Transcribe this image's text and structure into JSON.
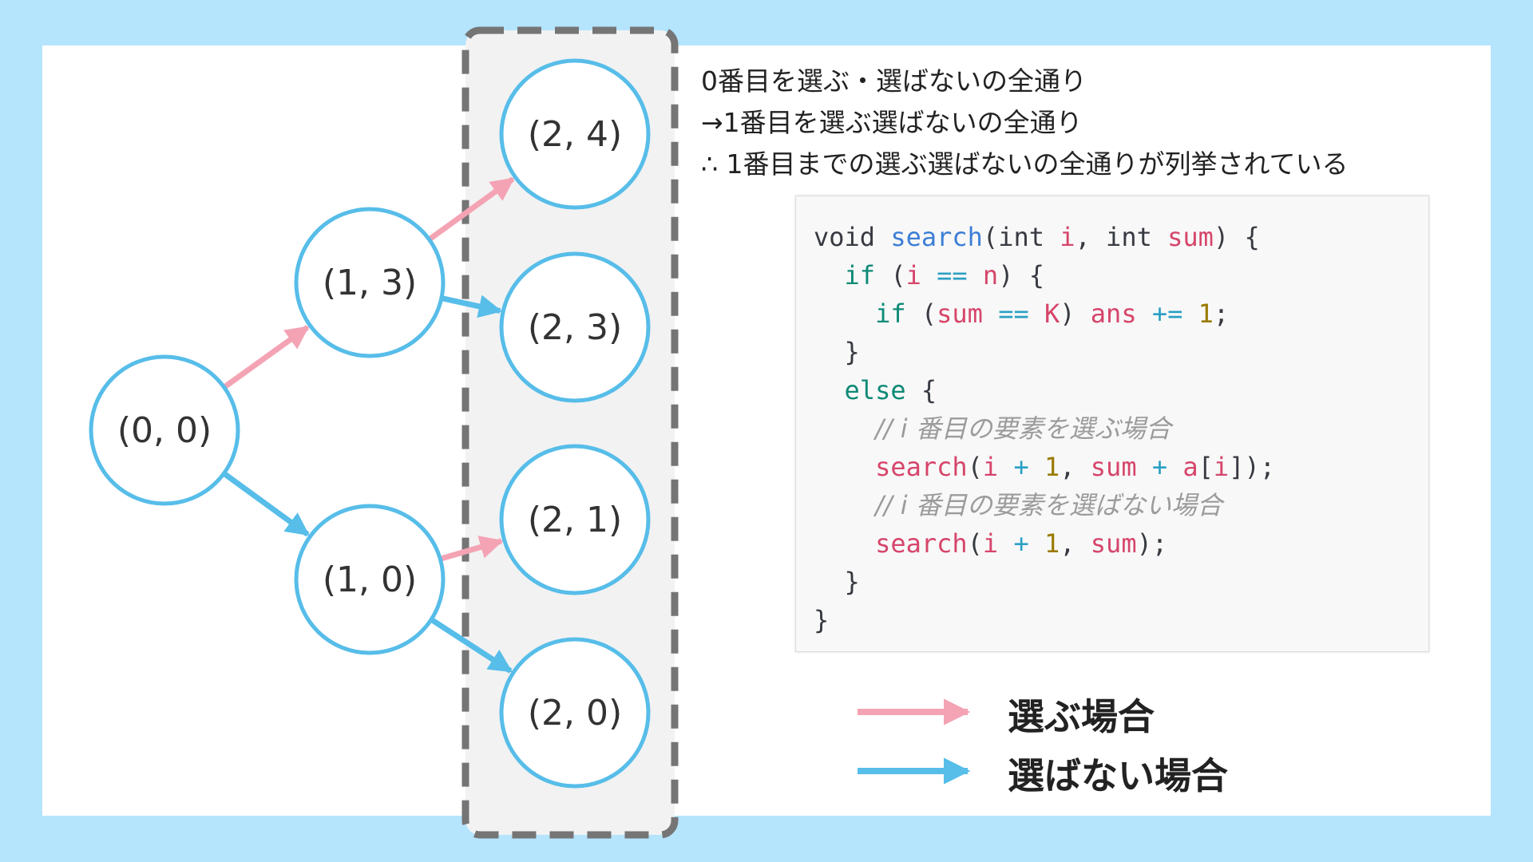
{
  "nodes": [
    {
      "id": "n00",
      "label": "(0, 0)"
    },
    {
      "id": "n13",
      "label": "(1, 3)"
    },
    {
      "id": "n10",
      "label": "(1, 0)"
    },
    {
      "id": "n24",
      "label": "(2, 4)"
    },
    {
      "id": "n23",
      "label": "(2, 3)"
    },
    {
      "id": "n21",
      "label": "(2, 1)"
    },
    {
      "id": "n20",
      "label": "(2, 0)"
    }
  ],
  "edges": [
    {
      "from": "n00",
      "to": "n13",
      "kind": "select"
    },
    {
      "from": "n00",
      "to": "n10",
      "kind": "skip"
    },
    {
      "from": "n13",
      "to": "n24",
      "kind": "select"
    },
    {
      "from": "n13",
      "to": "n23",
      "kind": "skip"
    },
    {
      "from": "n10",
      "to": "n21",
      "kind": "select"
    },
    {
      "from": "n10",
      "to": "n20",
      "kind": "skip"
    }
  ],
  "notes": [
    "0番目を選ぶ・選ばないの全通り",
    "→1番目を選ぶ選ばないの全通り",
    "∴ 1番目までの選ぶ選ばないの全通りが列挙されている"
  ],
  "code": {
    "lines": [
      [
        {
          "t": "void ",
          "c": ""
        },
        {
          "t": "search",
          "c": "fn"
        },
        {
          "t": "(int ",
          "c": ""
        },
        {
          "t": "i",
          "c": "var"
        },
        {
          "t": ", int ",
          "c": ""
        },
        {
          "t": "sum",
          "c": "var"
        },
        {
          "t": ") {",
          "c": ""
        }
      ],
      [
        {
          "t": "  ",
          "c": ""
        },
        {
          "t": "if",
          "c": "kw"
        },
        {
          "t": " (",
          "c": ""
        },
        {
          "t": "i",
          "c": "var"
        },
        {
          "t": " ",
          "c": ""
        },
        {
          "t": "==",
          "c": "op"
        },
        {
          "t": " ",
          "c": ""
        },
        {
          "t": "n",
          "c": "var"
        },
        {
          "t": ") {",
          "c": ""
        }
      ],
      [
        {
          "t": "    ",
          "c": ""
        },
        {
          "t": "if",
          "c": "kw"
        },
        {
          "t": " (",
          "c": ""
        },
        {
          "t": "sum",
          "c": "var"
        },
        {
          "t": " ",
          "c": ""
        },
        {
          "t": "==",
          "c": "op"
        },
        {
          "t": " ",
          "c": ""
        },
        {
          "t": "K",
          "c": "var"
        },
        {
          "t": ") ",
          "c": ""
        },
        {
          "t": "ans",
          "c": "var"
        },
        {
          "t": " ",
          "c": ""
        },
        {
          "t": "+=",
          "c": "op"
        },
        {
          "t": " ",
          "c": ""
        },
        {
          "t": "1",
          "c": "num"
        },
        {
          "t": ";",
          "c": ""
        }
      ],
      [
        {
          "t": "  }",
          "c": ""
        }
      ],
      [
        {
          "t": "  ",
          "c": ""
        },
        {
          "t": "else",
          "c": "kw"
        },
        {
          "t": " {",
          "c": ""
        }
      ],
      [
        {
          "t": "    ",
          "c": ""
        },
        {
          "t": "// i 番目の要素を選ぶ場合",
          "c": "cm"
        }
      ],
      [
        {
          "t": "    ",
          "c": ""
        },
        {
          "t": "search",
          "c": "var"
        },
        {
          "t": "(",
          "c": ""
        },
        {
          "t": "i",
          "c": "var"
        },
        {
          "t": " ",
          "c": ""
        },
        {
          "t": "+",
          "c": "op"
        },
        {
          "t": " ",
          "c": ""
        },
        {
          "t": "1",
          "c": "num"
        },
        {
          "t": ", ",
          "c": ""
        },
        {
          "t": "sum",
          "c": "var"
        },
        {
          "t": " ",
          "c": ""
        },
        {
          "t": "+",
          "c": "op"
        },
        {
          "t": " ",
          "c": ""
        },
        {
          "t": "a",
          "c": "var"
        },
        {
          "t": "[",
          "c": ""
        },
        {
          "t": "i",
          "c": "var"
        },
        {
          "t": "]);",
          "c": ""
        }
      ],
      [
        {
          "t": "    ",
          "c": ""
        },
        {
          "t": "// i 番目の要素を選ばない場合",
          "c": "cm"
        }
      ],
      [
        {
          "t": "    ",
          "c": ""
        },
        {
          "t": "search",
          "c": "var"
        },
        {
          "t": "(",
          "c": ""
        },
        {
          "t": "i",
          "c": "var"
        },
        {
          "t": " ",
          "c": ""
        },
        {
          "t": "+",
          "c": "op"
        },
        {
          "t": " ",
          "c": ""
        },
        {
          "t": "1",
          "c": "num"
        },
        {
          "t": ", ",
          "c": ""
        },
        {
          "t": "sum",
          "c": "var"
        },
        {
          "t": ");",
          "c": ""
        }
      ],
      [
        {
          "t": "  }",
          "c": ""
        }
      ],
      [
        {
          "t": "}",
          "c": ""
        }
      ]
    ]
  },
  "legend": {
    "select_label": "選ぶ場合",
    "skip_label": "選ばない場合"
  },
  "colors": {
    "select": "#f4a3b4",
    "skip": "#57bde9",
    "node_stroke": "#57bde9",
    "highlight_border": "#757575",
    "highlight_fill": "#f2f2f2"
  }
}
